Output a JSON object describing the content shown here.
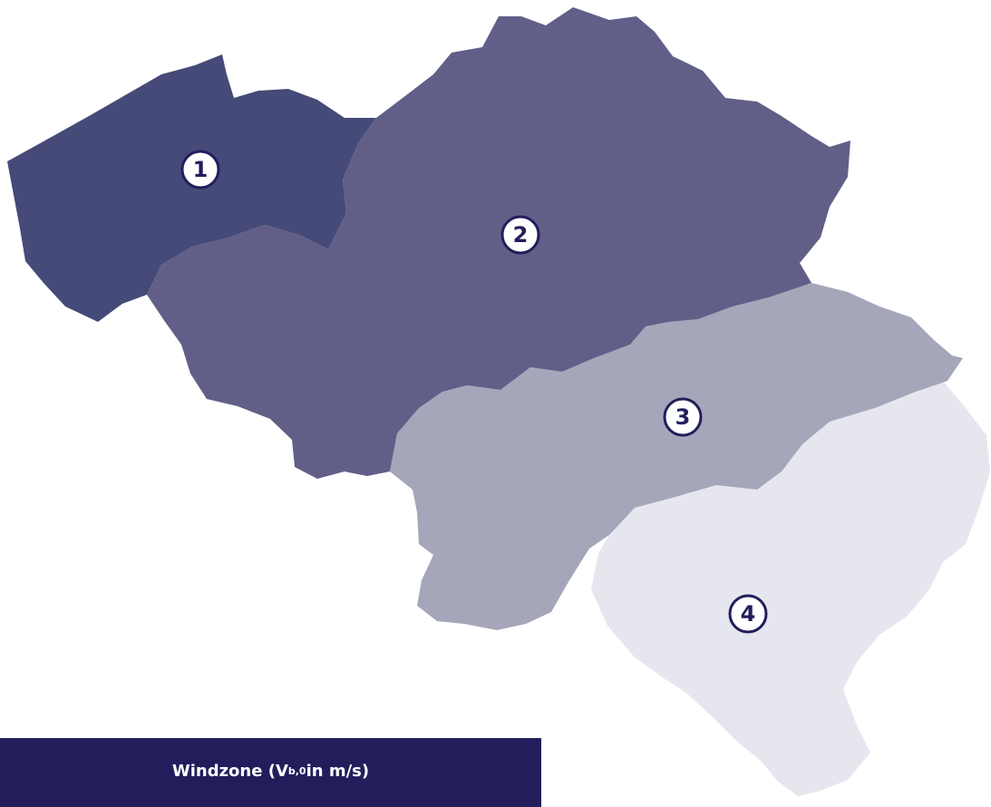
{
  "colors": {
    "zone1": "#454a78",
    "zone2": "#615f88",
    "zone3": "#a6a6ba",
    "zone4": "#e6e6ef",
    "marker_outline": "#221e5c",
    "legend_background": "#221e5c"
  },
  "zones": [
    {
      "label": "1"
    },
    {
      "label": "2"
    },
    {
      "label": "3"
    },
    {
      "label": "4"
    }
  ],
  "legend": {
    "title_prefix": "Windzone (V",
    "title_subscript": "b,0",
    "title_suffix": " in m/s)"
  }
}
